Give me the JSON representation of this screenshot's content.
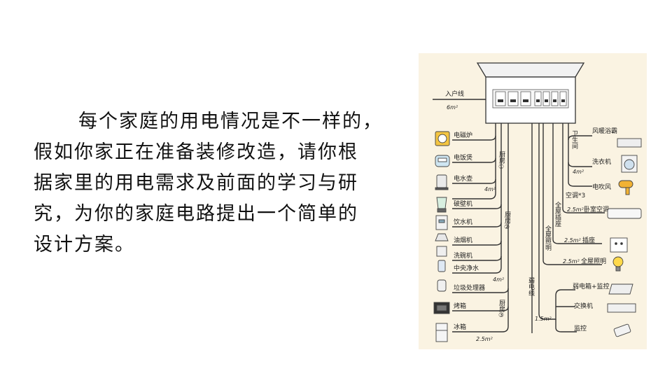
{
  "text": {
    "lines": [
      "每个家庭的用电情况是不一样的，",
      "假如你家正在准备装修改造，请你根",
      "据家里的用电需求及前面的学习与研",
      "究，为你的家庭电路提出一个简单的",
      "设计方案。"
    ]
  },
  "diagram": {
    "inlet": {
      "label": "入户线",
      "area": "6m²"
    },
    "kitchen1": {
      "label": "厨房①",
      "area": "4m²",
      "appliances": [
        "电磁炉",
        "电饭煲",
        "电水壶"
      ]
    },
    "kitchen2": {
      "label": "厨房②",
      "area": "4m²",
      "appliances": [
        "破壁机",
        "饮水机",
        "油烟机",
        "洗碗机",
        "中央净水"
      ]
    },
    "kitchen3": {
      "label": "厨房③",
      "area": "2.5m²",
      "appliances": [
        "垃圾处理器",
        "烤箱",
        "冰箱"
      ]
    },
    "bathroom": {
      "label": "卫生间",
      "area": "4m²",
      "appliances": [
        "风暖浴霸",
        "洗衣机",
        "电吹风"
      ]
    },
    "ac": {
      "label": "空调*3",
      "area": "2.5m²",
      "target": "卧室空调"
    },
    "sockets": {
      "label": "全屋插座",
      "area": "2.5m²",
      "target": "插座"
    },
    "lighting": {
      "label": "全屋照明",
      "area": "2.5m²",
      "target": "全屋照明"
    },
    "weak": {
      "label": "弱电线",
      "area": "1.5m²",
      "appliances": [
        "弱电箱+监控",
        "交换机",
        "监控"
      ]
    }
  }
}
